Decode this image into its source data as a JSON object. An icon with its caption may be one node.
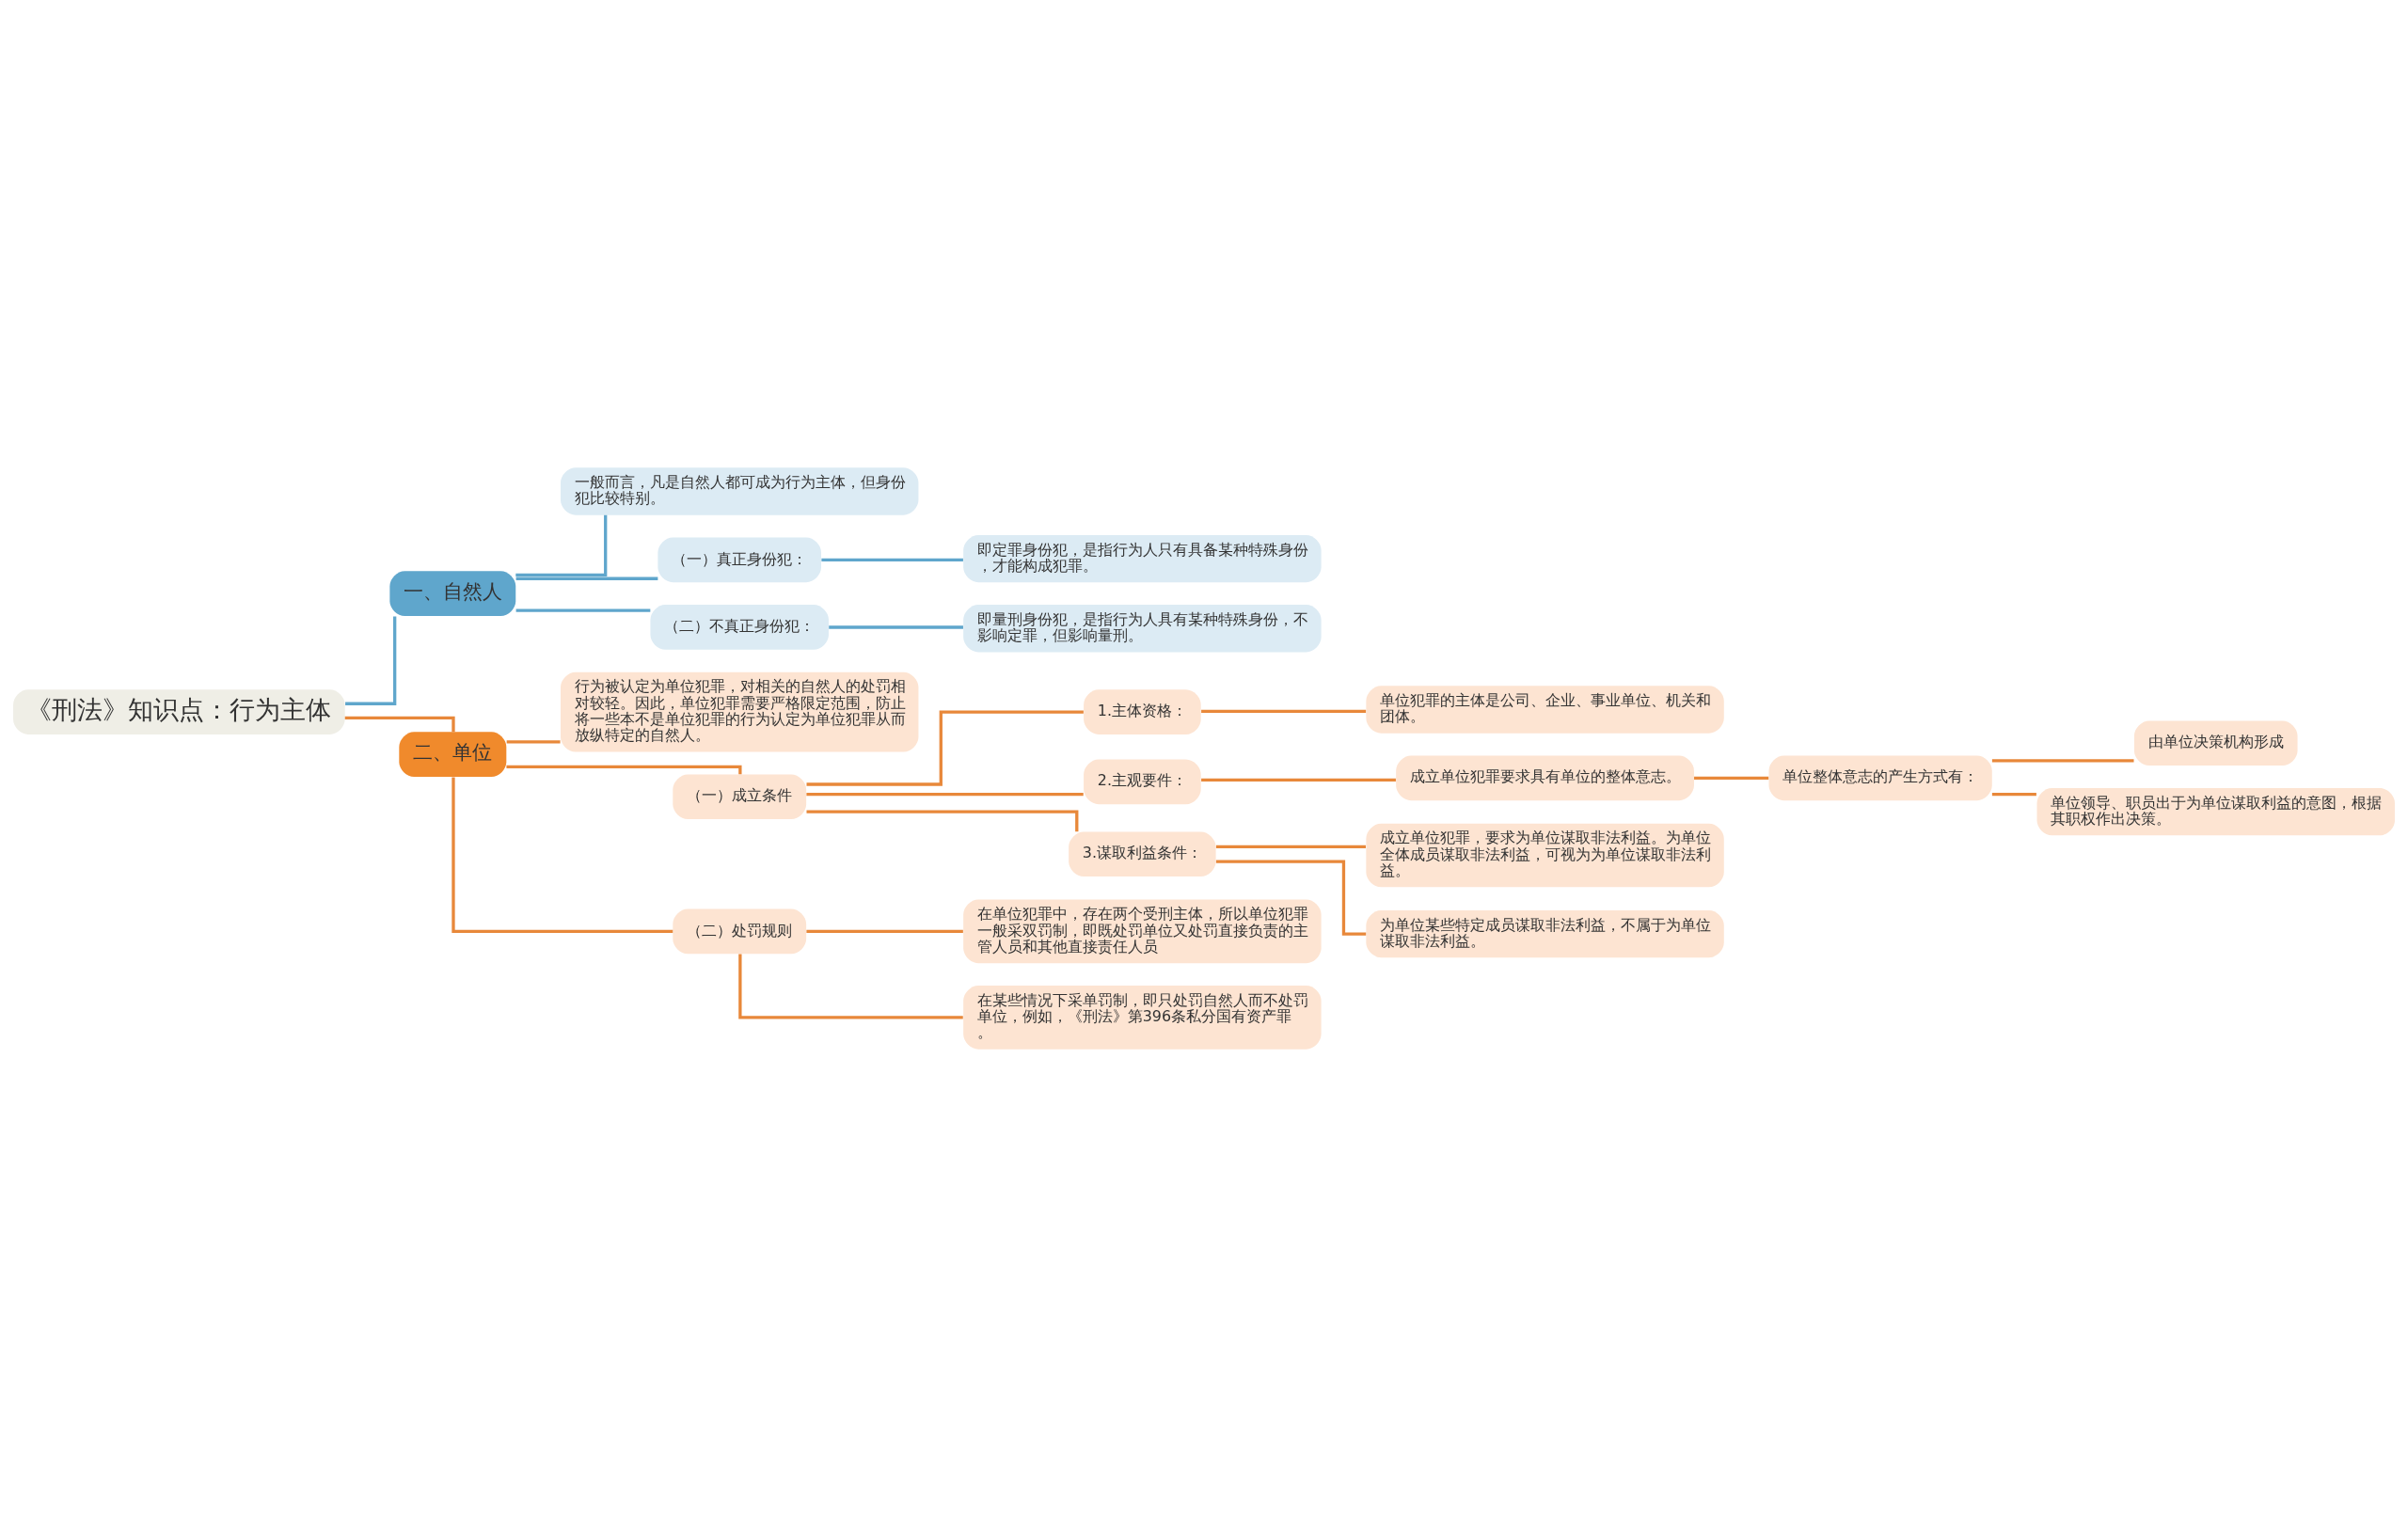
{
  "diagram": {
    "nodes": [
      {
        "text": [
          "《刑法》知识点：行为主体"
        ]
      },
      {
        "text": [
          "一、自然人"
        ]
      },
      {
        "text": [
          "一般而言，凡是自然人都可成为行为主体，但身份犯比较特别。"
        ]
      },
      {
        "text": [
          "（一）真正身份犯："
        ]
      },
      {
        "text": [
          "即定罪身份犯，是指行为人只有具备某种特殊身份，才能构成犯罪。"
        ]
      },
      {
        "text": [
          "（二）不真正身份犯："
        ]
      },
      {
        "text": [
          "即量刑身份犯，是指行为人具有某种特殊身份，不影响定罪，但影响量刑。"
        ]
      },
      {
        "text": [
          "二、单位"
        ]
      },
      {
        "text": [
          "行为被认定为单位犯罪，对相关的自然人的处罚相对较轻。因此，单位犯罪需要严格限定范围，防止将一些本不是单位犯罪的行为认定为单位犯罪从而放纵特定的自然人。"
        ]
      },
      {
        "text": [
          "（一）成立条件"
        ]
      },
      {
        "text": [
          "1.主体资格："
        ]
      },
      {
        "text": [
          "单位犯罪的主体是公司、企业、事业单位、机关和团体。"
        ]
      },
      {
        "text": [
          "2.主观要件："
        ]
      },
      {
        "text": [
          "成立单位犯罪要求具有单位的整体意志。"
        ]
      },
      {
        "text": [
          "单位整体意志的产生方式有："
        ]
      },
      {
        "text": [
          "由单位决策机构形成"
        ]
      },
      {
        "text": [
          "单位领导、职员出于为单位谋取利益的意图，根据其职权作出决策。"
        ]
      },
      {
        "text": [
          "3.谋取利益条件："
        ]
      },
      {
        "text": [
          "成立单位犯罪，要求为单位谋取非法利益。为单位全体成员谋取非法利益，可视为为单位谋取非法利益。"
        ]
      },
      {
        "text": [
          "为单位某些特定成员谋取非法利益，不属于为单位谋取非法利益。"
        ]
      },
      {
        "text": [
          "（二）处罚规则"
        ]
      },
      {
        "text": [
          "在单位犯罪中，存在两个受刑主体，所以单位犯罪一般采双罚制，即既处罚单位又处罚直接负责的主管人员和其他直接责任人员"
        ]
      },
      {
        "text": [
          "在某些情况下采单罚制，即只处罚自然人而不处罚单位，例如，《刑法》第396条私分国有资产罪。"
        ]
      }
    ],
    "edges": [
      {
        "from": 0,
        "to": 1,
        "arrow": "none",
        "color": "#5fa6cc"
      },
      {
        "from": 1,
        "to": 2,
        "arrow": "none",
        "color": "#5fa6cc"
      },
      {
        "from": 1,
        "to": 3,
        "arrow": "none",
        "color": "#5fa6cc"
      },
      {
        "from": 3,
        "to": 4,
        "arrow": "none",
        "color": "#5fa6cc"
      },
      {
        "from": 1,
        "to": 5,
        "arrow": "none",
        "color": "#5fa6cc"
      },
      {
        "from": 5,
        "to": 6,
        "arrow": "none",
        "color": "#5fa6cc"
      },
      {
        "from": 0,
        "to": 7,
        "arrow": "none"
      },
      {
        "from": 7,
        "to": 8,
        "arrow": "none"
      },
      {
        "from": 7,
        "to": 9,
        "arrow": "none"
      },
      {
        "from": 9,
        "to": 10,
        "arrow": "none"
      },
      {
        "from": 10,
        "to": 11,
        "arrow": "none"
      },
      {
        "from": 9,
        "to": 12,
        "arrow": "none"
      },
      {
        "from": 12,
        "to": 13,
        "arrow": "none"
      },
      {
        "from": 13,
        "to": 14,
        "arrow": "none"
      },
      {
        "from": 14,
        "to": 15,
        "arrow": "none"
      },
      {
        "from": 14,
        "to": 16,
        "arrow": "none"
      },
      {
        "from": 9,
        "to": 17,
        "arrow": "none"
      },
      {
        "from": 17,
        "to": 18,
        "arrow": "none"
      },
      {
        "from": 17,
        "to": 19,
        "arrow": "none"
      },
      {
        "from": 7,
        "to": 20,
        "arrow": "none"
      },
      {
        "from": 20,
        "to": 21,
        "arrow": "none"
      },
      {
        "from": 20,
        "to": 22,
        "arrow": "none"
      }
    ]
  }
}
